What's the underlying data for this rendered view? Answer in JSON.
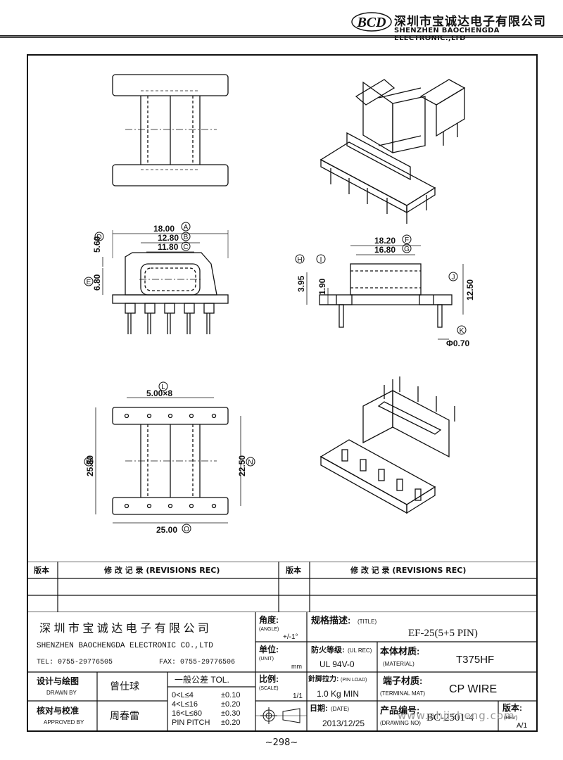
{
  "header": {
    "logo_text": "BCD",
    "company_cn": "深圳市宝诚达电子有限公司",
    "company_en": "SHENZHEN BAOCHENGDA ELECTRONIC.,LTD"
  },
  "dimensions": {
    "top_view": {
      "dim_a": "18.00",
      "dim_b": "12.80",
      "dim_c": "11.80",
      "dim_d": "5.60",
      "dim_e": "6.80",
      "tag_a": "A",
      "tag_b": "B",
      "tag_c": "C",
      "tag_d": "D",
      "tag_e": "E"
    },
    "side_view": {
      "dim_f": "18.20",
      "dim_g": "16.80",
      "dim_h": "3.95",
      "dim_i": "1.90",
      "dim_j": "12.50",
      "dim_k": "Φ0.70",
      "tag_f": "F",
      "tag_g": "G",
      "tag_h": "H",
      "tag_i": "I",
      "tag_j": "J",
      "tag_k": "K"
    },
    "bottom_view": {
      "dim_l": "5.00×8",
      "dim_m": "25.80",
      "dim_n": "22.50",
      "dim_o": "25.00",
      "tag_l": "L",
      "tag_m": "M",
      "tag_n": "N",
      "tag_o": "O"
    }
  },
  "revisions": {
    "rev_label": "版本",
    "rec_label": "修 改 记 录 (REVISIONS REC)"
  },
  "title_block": {
    "company_cn": "深 圳 市 宝 诚 达 电 子 有 限 公 司",
    "company_en": "SHENZHEN BAOCHENGDA ELECTRONIC CO.,LTD",
    "tel": "TEL: 0755-29776505",
    "fax": "FAX: 0755-29776506",
    "angle_label": "角度:",
    "angle_sub": "(ANGLE)",
    "angle_value": "+/-1°",
    "unit_label": "单位:",
    "unit_sub": "(UNIT)",
    "unit_value": "mm",
    "scale_label": "比例:",
    "scale_sub": "(SCALE)",
    "scale_value": "1/1",
    "title_label": "规格描述:",
    "title_sub": "(TITLE)",
    "title_value": "EF-25(5+5 PIN)",
    "ul_label": "防火等级:",
    "ul_sub": "(UL REC)",
    "ul_value": "UL 94V-0",
    "material_label": "本体材质:",
    "material_sub": "(MATERIAL)",
    "material_value": "T375HF",
    "pinload_label": "針脚拉力:",
    "pinload_sub": "(PIN LOAD)",
    "pinload_value": "1.0 Kg MIN",
    "terminal_label": "端子材质:",
    "terminal_sub": "(TERMINAL MAT)",
    "terminal_value": "CP WIRE",
    "date_label": "日期:",
    "date_sub": "(DATE)",
    "date_value": "2013/12/25",
    "drawing_label": "产品编号:",
    "drawing_sub": "(DRAWING NO)",
    "drawing_value": "BC-2501-4",
    "rev_label": "版本:",
    "rev_sub": "(REV)",
    "rev_value": "A/1",
    "drawn_label": "设计与绘图",
    "drawn_sub": "DRAWN BY",
    "drawn_value": "曾仕球",
    "approved_label": "核对与校准",
    "approved_sub": "APPROVED BY",
    "approved_value": "周春雷",
    "tol_title": "一般公差 TOL.",
    "tol_rows": [
      {
        "range": "0<L≤4",
        "tol": "±0.10"
      },
      {
        "range": "4<L≤16",
        "tol": "±0.20"
      },
      {
        "range": "16<L≤60",
        "tol": "±0.30"
      },
      {
        "range": "PIN PITCH",
        "tol": "±0.20"
      }
    ]
  },
  "page_number": "~298~",
  "watermark": "www.ahjisheng.com"
}
